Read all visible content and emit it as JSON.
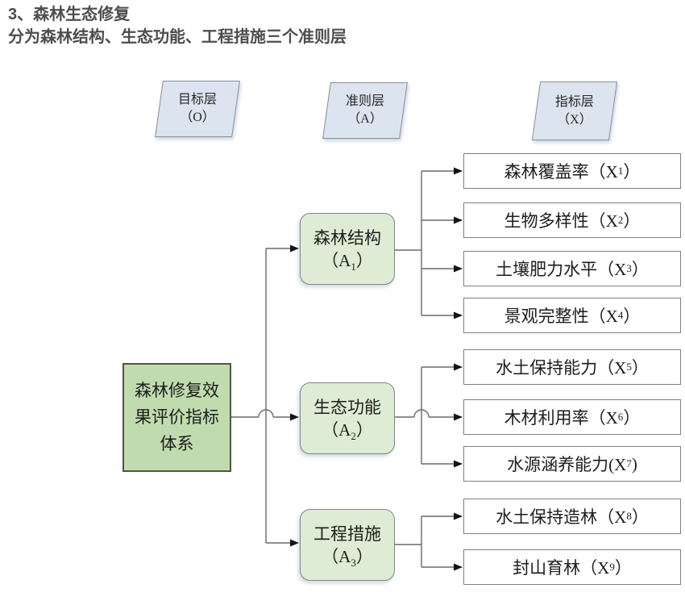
{
  "header": {
    "title": "3、森林生态修复",
    "subtitle": "分为森林结构、生态功能、工程措施三个准则层",
    "color": "#4d4d4d"
  },
  "layers": [
    {
      "name": "目标层",
      "code": "（O）"
    },
    {
      "name": "准则层",
      "code": "（A）"
    },
    {
      "name": "指标层",
      "code": "（X）"
    }
  ],
  "goal": {
    "text": "森林修复效果评价指标体系"
  },
  "criteria": [
    {
      "label": "森林结构",
      "pre": "（A",
      "sub": "1",
      "post": "）"
    },
    {
      "label": "生态功能",
      "pre": "（A",
      "sub": "2",
      "post": "）"
    },
    {
      "label": "工程措施",
      "pre": "（A",
      "sub": "3",
      "post": "）"
    }
  ],
  "indicators": [
    {
      "pre": "森林覆盖率（X",
      "sub": "1",
      "post": "）"
    },
    {
      "pre": "生物多样性（X",
      "sub": "2",
      "post": "）"
    },
    {
      "pre": "土壤肥力水平（X",
      "sub": "3",
      "post": "）"
    },
    {
      "pre": "景观完整性（X",
      "sub": "4",
      "post": "）"
    },
    {
      "pre": "水土保持能力（X",
      "sub": "5",
      "post": "）"
    },
    {
      "pre": "木材利用率（X",
      "sub": "6",
      "post": "）"
    },
    {
      "pre": "水源涵养能力(X",
      "sub": "7",
      "post": ")"
    },
    {
      "pre": "水土保持造林（X",
      "sub": "8",
      "post": "）"
    },
    {
      "pre": "封山育林（X",
      "sub": "9",
      "post": "）"
    }
  ],
  "colors": {
    "layer_fill": "#dbe4ef",
    "layer_border": "#8a8f98",
    "goal_fill": "#c0dcae",
    "goal_border": "#4e5547",
    "criteria_fill": "#dfecd5",
    "indicator_border": "#7f7f7f",
    "connector": "#6a6a6a",
    "arrow": "#141414"
  }
}
